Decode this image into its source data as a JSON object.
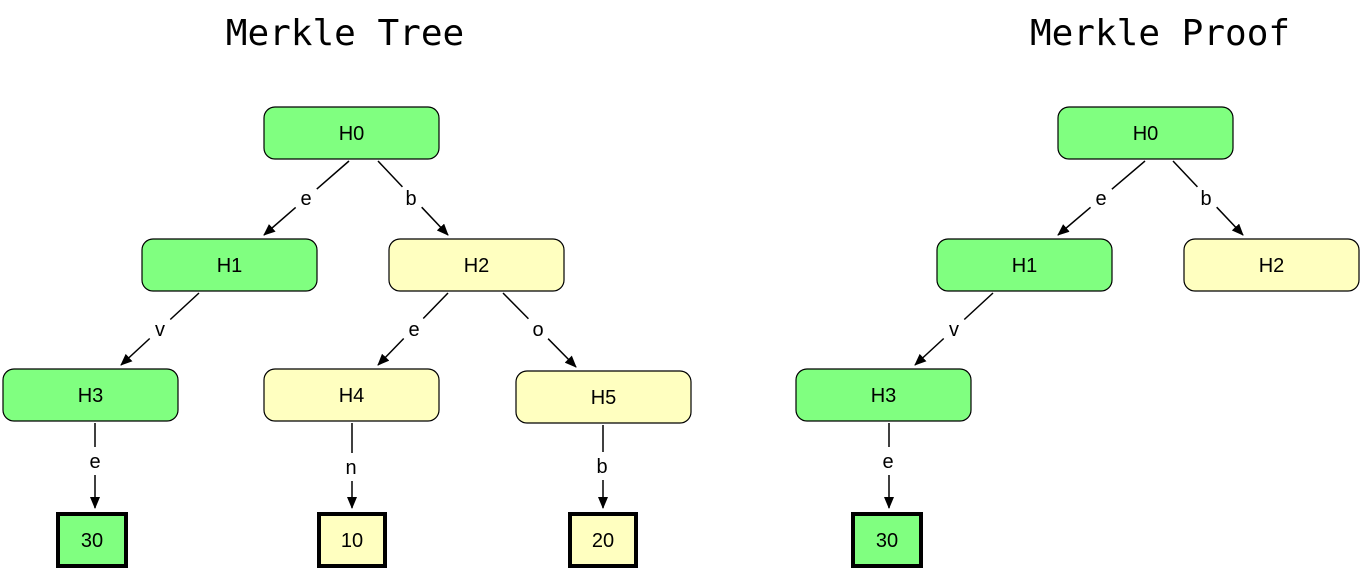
{
  "colors": {
    "green": "#80ff80",
    "yellow": "#ffffc0",
    "stroke": "#000000"
  },
  "diagrams": [
    {
      "title": "Merkle Tree",
      "nodes": [
        {
          "id": "t-h0",
          "label": "H0",
          "kind": "hash",
          "color": "green"
        },
        {
          "id": "t-h1",
          "label": "H1",
          "kind": "hash",
          "color": "green"
        },
        {
          "id": "t-h2",
          "label": "H2",
          "kind": "hash",
          "color": "yellow"
        },
        {
          "id": "t-h3",
          "label": "H3",
          "kind": "hash",
          "color": "green"
        },
        {
          "id": "t-h4",
          "label": "H4",
          "kind": "hash",
          "color": "yellow"
        },
        {
          "id": "t-h5",
          "label": "H5",
          "kind": "hash",
          "color": "yellow"
        },
        {
          "id": "t-30",
          "label": "30",
          "kind": "leaf",
          "color": "green"
        },
        {
          "id": "t-10",
          "label": "10",
          "kind": "leaf",
          "color": "yellow"
        },
        {
          "id": "t-20",
          "label": "20",
          "kind": "leaf",
          "color": "yellow"
        }
      ],
      "edges": [
        {
          "from": "t-h0",
          "to": "t-h1",
          "label": "e"
        },
        {
          "from": "t-h0",
          "to": "t-h2",
          "label": "b"
        },
        {
          "from": "t-h1",
          "to": "t-h3",
          "label": "v"
        },
        {
          "from": "t-h2",
          "to": "t-h4",
          "label": "e"
        },
        {
          "from": "t-h2",
          "to": "t-h5",
          "label": "o"
        },
        {
          "from": "t-h3",
          "to": "t-30",
          "label": "e"
        },
        {
          "from": "t-h4",
          "to": "t-10",
          "label": "n"
        },
        {
          "from": "t-h5",
          "to": "t-20",
          "label": "b"
        }
      ]
    },
    {
      "title": "Merkle Proof",
      "nodes": [
        {
          "id": "p-h0",
          "label": "H0",
          "kind": "hash",
          "color": "green"
        },
        {
          "id": "p-h1",
          "label": "H1",
          "kind": "hash",
          "color": "green"
        },
        {
          "id": "p-h2",
          "label": "H2",
          "kind": "hash",
          "color": "yellow"
        },
        {
          "id": "p-h3",
          "label": "H3",
          "kind": "hash",
          "color": "green"
        },
        {
          "id": "p-30",
          "label": "30",
          "kind": "leaf",
          "color": "green"
        }
      ],
      "edges": [
        {
          "from": "p-h0",
          "to": "p-h1",
          "label": "e"
        },
        {
          "from": "p-h0",
          "to": "p-h2",
          "label": "b"
        },
        {
          "from": "p-h1",
          "to": "p-h3",
          "label": "v"
        },
        {
          "from": "p-h3",
          "to": "p-30",
          "label": "e"
        }
      ]
    }
  ]
}
